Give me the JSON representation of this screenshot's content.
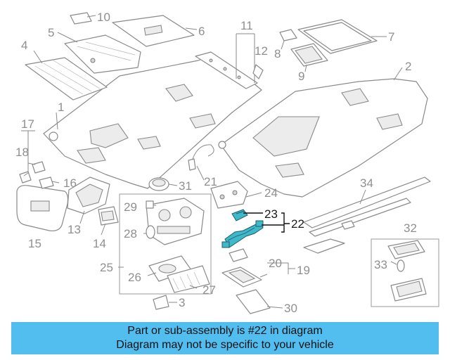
{
  "callouts": {
    "c1": "1",
    "c2": "2",
    "c3": "3",
    "c4": "4",
    "c5": "5",
    "c6": "6",
    "c7": "7",
    "c8": "8",
    "c9": "9",
    "c10": "10",
    "c11": "11",
    "c12": "12",
    "c13": "13",
    "c14": "14",
    "c15": "15",
    "c16": "16",
    "c17": "17",
    "c18": "18",
    "c19": "19",
    "c20": "20",
    "c21": "21",
    "c22": "22",
    "c23": "23",
    "c24": "24",
    "c25": "25",
    "c26": "26",
    "c27": "27",
    "c28": "28",
    "c29": "29",
    "c30": "30",
    "c31": "31",
    "c32": "32",
    "c33": "33",
    "c34": "34"
  },
  "highlight": {
    "parts": [
      "22",
      "23"
    ],
    "color": "#3fb8c9"
  },
  "banner": {
    "line1": "Part or sub-assembly is #22 in diagram",
    "line2": "Diagram may not be specific to your vehicle",
    "background": "#52bef0"
  }
}
